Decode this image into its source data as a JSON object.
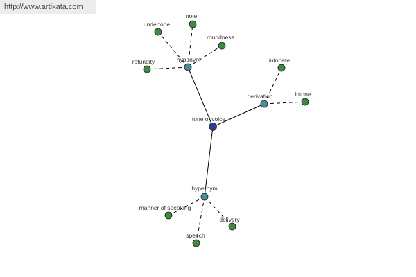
{
  "watermark": "http://www.artikata.com",
  "colors": {
    "center_node": "#2f3f8f",
    "relation_node": "#4a8f8f",
    "leaf_node": "#3f8a3f"
  },
  "graph": {
    "center": {
      "id": "tone-of-voice",
      "label": "tone of voice"
    },
    "relations": [
      {
        "id": "hyponym",
        "label": "hyponym",
        "leaves": [
          {
            "id": "undertone",
            "label": "undertone"
          },
          {
            "id": "note",
            "label": "note"
          },
          {
            "id": "roundness",
            "label": "roundness"
          },
          {
            "id": "rotundity",
            "label": "rotundity"
          }
        ]
      },
      {
        "id": "derivation",
        "label": "derivation",
        "leaves": [
          {
            "id": "intonate",
            "label": "intonate"
          },
          {
            "id": "intone",
            "label": "intone"
          }
        ]
      },
      {
        "id": "hypernym",
        "label": "hypernym",
        "leaves": [
          {
            "id": "manner-of-speaking",
            "label": "manner of speaking"
          },
          {
            "id": "delivery",
            "label": "delivery"
          },
          {
            "id": "speech",
            "label": "speech"
          }
        ]
      }
    ]
  }
}
